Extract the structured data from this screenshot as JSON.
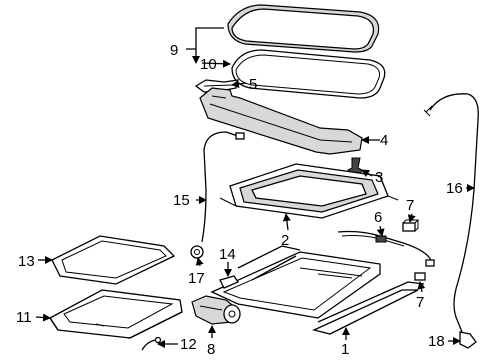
{
  "callouts": [
    {
      "id": "c1",
      "text": "1"
    },
    {
      "id": "c2",
      "text": "2"
    },
    {
      "id": "c3",
      "text": "3"
    },
    {
      "id": "c4",
      "text": "4"
    },
    {
      "id": "c5",
      "text": "5"
    },
    {
      "id": "c6",
      "text": "6"
    },
    {
      "id": "c7a",
      "text": "7"
    },
    {
      "id": "c7b",
      "text": "7"
    },
    {
      "id": "c8",
      "text": "8"
    },
    {
      "id": "c9",
      "text": "9"
    },
    {
      "id": "c10",
      "text": "10"
    },
    {
      "id": "c11",
      "text": "11"
    },
    {
      "id": "c12",
      "text": "12"
    },
    {
      "id": "c13",
      "text": "13"
    },
    {
      "id": "c14",
      "text": "14"
    },
    {
      "id": "c15",
      "text": "15"
    },
    {
      "id": "c16",
      "text": "16"
    },
    {
      "id": "c17",
      "text": "17"
    },
    {
      "id": "c18",
      "text": "18"
    }
  ]
}
